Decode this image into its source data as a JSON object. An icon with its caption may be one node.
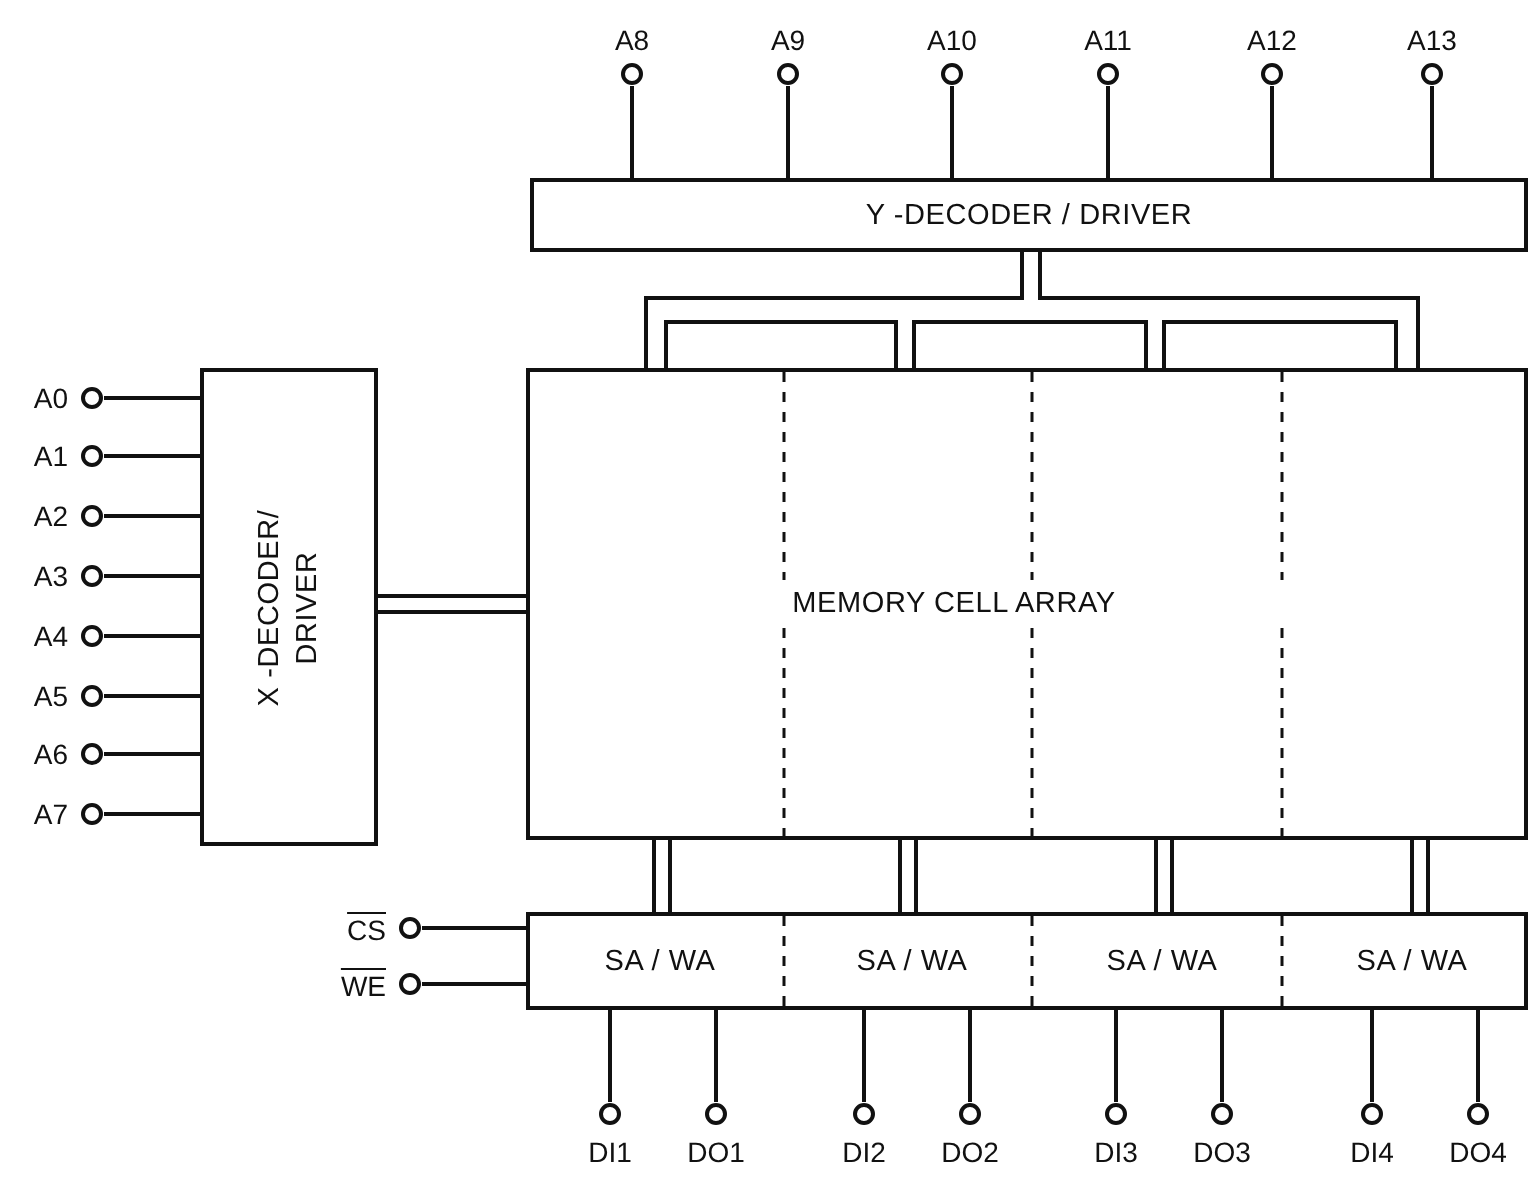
{
  "diagram": {
    "nodes": [
      {
        "text": [
          "A8"
        ]
      },
      {
        "text": [
          "A9"
        ]
      },
      {
        "text": [
          "A10"
        ]
      },
      {
        "text": [
          "A11"
        ]
      },
      {
        "text": [
          "A12"
        ]
      },
      {
        "text": [
          "A13"
        ]
      },
      {
        "text": [
          "Y -DECODER / DRIVER"
        ]
      },
      {
        "text": [
          "A0"
        ]
      },
      {
        "text": [
          "A1"
        ]
      },
      {
        "text": [
          "A2"
        ]
      },
      {
        "text": [
          "A3"
        ]
      },
      {
        "text": [
          "A4"
        ]
      },
      {
        "text": [
          "A5"
        ]
      },
      {
        "text": [
          "A6"
        ]
      },
      {
        "text": [
          "A7"
        ]
      },
      {
        "text": [
          "X -DECODER/ DRIVER"
        ]
      },
      {
        "text": [
          "MEMORY CELL ARRAY"
        ]
      },
      {
        "text": [
          "CS"
        ]
      },
      {
        "text": [
          "WE"
        ]
      },
      {
        "text": [
          "SA / WA",
          "SA / WA",
          "SA / WA",
          "SA / WA"
        ]
      },
      {
        "text": [
          "DI1"
        ]
      },
      {
        "text": [
          "DO1"
        ]
      },
      {
        "text": [
          "DI2"
        ]
      },
      {
        "text": [
          "DO2"
        ]
      },
      {
        "text": [
          "DI3"
        ]
      },
      {
        "text": [
          "DO3"
        ]
      },
      {
        "text": [
          "DI4"
        ]
      },
      {
        "text": [
          "DO4"
        ]
      }
    ],
    "edges": [
      {
        "from": 0,
        "to": 6,
        "arrow": "none"
      },
      {
        "from": 1,
        "to": 6,
        "arrow": "none"
      },
      {
        "from": 2,
        "to": 6,
        "arrow": "none"
      },
      {
        "from": 3,
        "to": 6,
        "arrow": "none"
      },
      {
        "from": 4,
        "to": 6,
        "arrow": "none"
      },
      {
        "from": 5,
        "to": 6,
        "arrow": "none"
      },
      {
        "from": 7,
        "to": 15,
        "arrow": "none"
      },
      {
        "from": 8,
        "to": 15,
        "arrow": "none"
      },
      {
        "from": 9,
        "to": 15,
        "arrow": "none"
      },
      {
        "from": 10,
        "to": 15,
        "arrow": "none"
      },
      {
        "from": 11,
        "to": 15,
        "arrow": "none"
      },
      {
        "from": 12,
        "to": 15,
        "arrow": "none"
      },
      {
        "from": 13,
        "to": 15,
        "arrow": "none"
      },
      {
        "from": 14,
        "to": 15,
        "arrow": "none"
      },
      {
        "from": 6,
        "to": 16,
        "arrow": "none"
      },
      {
        "from": 15,
        "to": 16,
        "arrow": "none"
      },
      {
        "from": 16,
        "to": 19,
        "arrow": "none"
      },
      {
        "from": 16,
        "to": 19,
        "arrow": "none"
      },
      {
        "from": 16,
        "to": 19,
        "arrow": "none"
      },
      {
        "from": 16,
        "to": 19,
        "arrow": "none"
      },
      {
        "from": 17,
        "to": 19,
        "arrow": "none"
      },
      {
        "from": 18,
        "to": 19,
        "arrow": "none"
      },
      {
        "from": 20,
        "to": 19,
        "arrow": "none"
      },
      {
        "from": 21,
        "to": 19,
        "arrow": "none"
      },
      {
        "from": 22,
        "to": 19,
        "arrow": "none"
      },
      {
        "from": 23,
        "to": 19,
        "arrow": "none"
      },
      {
        "from": 24,
        "to": 19,
        "arrow": "none"
      },
      {
        "from": 25,
        "to": 19,
        "arrow": "none"
      },
      {
        "from": 26,
        "to": 19,
        "arrow": "none"
      },
      {
        "from": 27,
        "to": 19,
        "arrow": "none"
      }
    ]
  }
}
